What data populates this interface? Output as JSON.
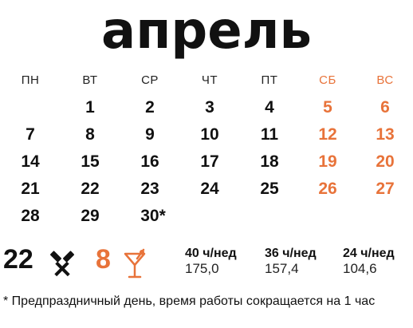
{
  "month_title": "апрель",
  "weekdays": [
    {
      "label": "ПН",
      "weekend": false
    },
    {
      "label": "ВТ",
      "weekend": false
    },
    {
      "label": "СР",
      "weekend": false
    },
    {
      "label": "ЧТ",
      "weekend": false
    },
    {
      "label": "ПТ",
      "weekend": false
    },
    {
      "label": "СБ",
      "weekend": true
    },
    {
      "label": "ВС",
      "weekend": true
    }
  ],
  "weeks": [
    [
      "",
      "1",
      "2",
      "3",
      "4",
      "5",
      "6"
    ],
    [
      "7",
      "8",
      "9",
      "10",
      "11",
      "12",
      "13"
    ],
    [
      "14",
      "15",
      "16",
      "17",
      "18",
      "19",
      "20"
    ],
    [
      "21",
      "22",
      "23",
      "24",
      "25",
      "26",
      "27"
    ],
    [
      "28",
      "29",
      "30*",
      "",
      "",
      "",
      ""
    ]
  ],
  "summary": {
    "work_days": "22",
    "work_icon": "hammers-icon",
    "holidays": "8",
    "holiday_icon": "cocktail-icon",
    "hours": [
      {
        "label": "40 ч/нед",
        "value": "175,0"
      },
      {
        "label": "36 ч/нед",
        "value": "157,4"
      },
      {
        "label": "24 ч/нед",
        "value": "104,6"
      }
    ]
  },
  "footnote": "* Предпраздничный день, время работы сокращается на 1 час",
  "colors": {
    "accent": "#e8733a",
    "text": "#111111"
  }
}
